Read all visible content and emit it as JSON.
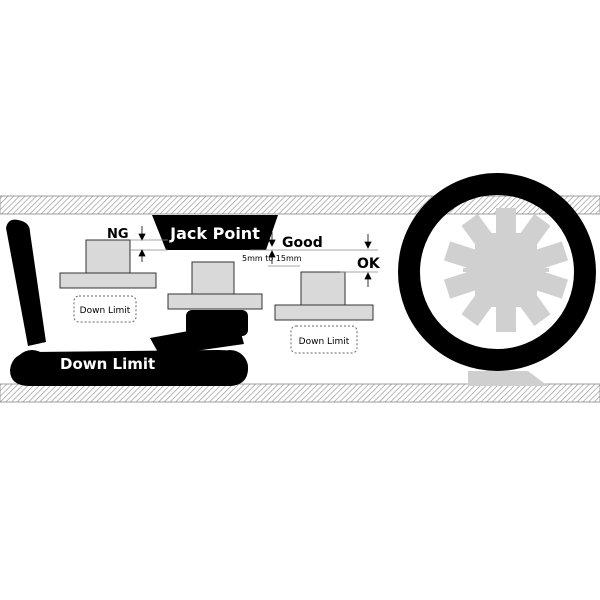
{
  "diagram": {
    "jack_point_label": "Jack Point",
    "ng_label": "NG",
    "good_label": "Good",
    "ok_label": "OK",
    "range_label": "5mm to 15mm",
    "down_limit_small_1": "Down Limit",
    "down_limit_small_2": "Down Limit",
    "down_limit_jack": "Down Limit"
  },
  "colors": {
    "hatch_band": "#bdbdbd",
    "jack_body": "#000000",
    "pad_fill": "#d9d9d9",
    "pad_stroke": "#333333",
    "wheel_spokes": "#d0d0d0",
    "tire": "#000000"
  }
}
